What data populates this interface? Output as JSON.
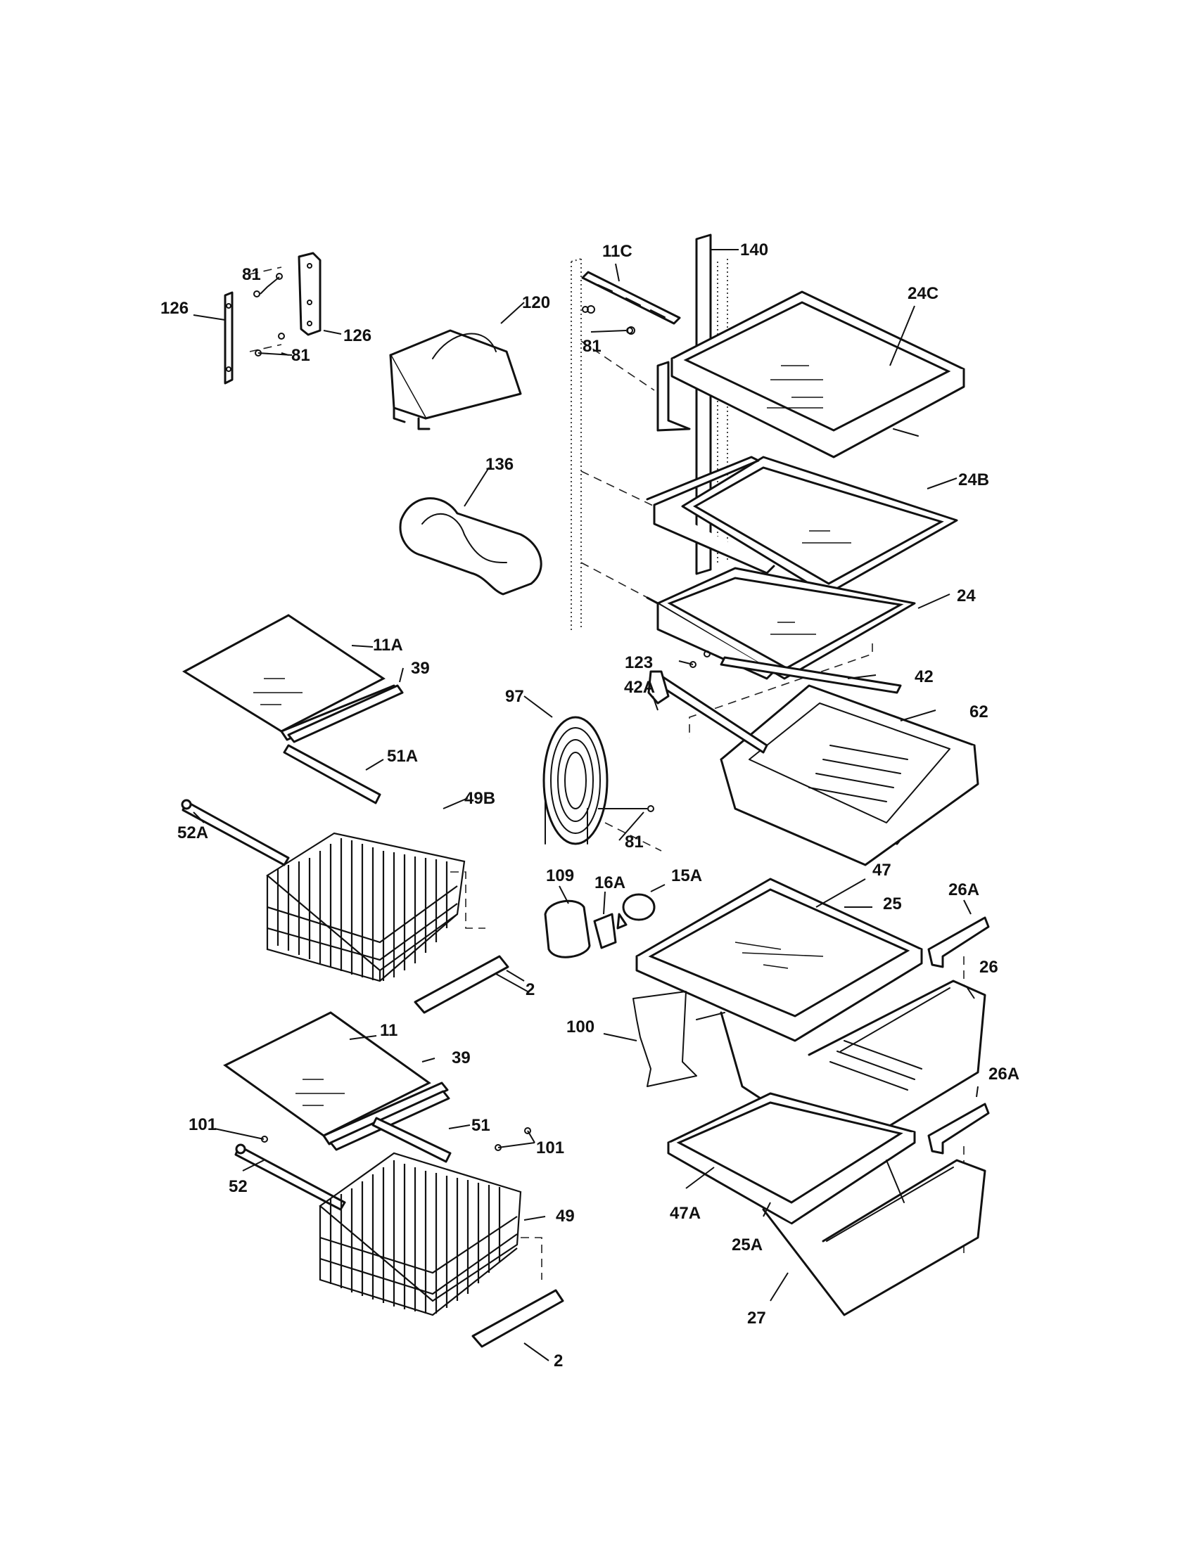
{
  "callouts": {
    "c140": "140",
    "c11C": "11C",
    "c24C": "24C",
    "c81a": "81",
    "c81b": "81",
    "c81c": "81",
    "c81d": "81",
    "c126a": "126",
    "c126b": "126",
    "c120": "120",
    "c136": "136",
    "c24B": "24B",
    "c24": "24",
    "c123": "123",
    "c42": "42",
    "c62": "62",
    "c42A": "42A",
    "c97": "97",
    "c11A": "11A",
    "c39a": "39",
    "c51A": "51A",
    "c49B": "49B",
    "c52A": "52A",
    "c2a": "2",
    "c109": "109",
    "c16A": "16A",
    "c15A": "15A",
    "c47": "47",
    "c25": "25",
    "c26A": "26A",
    "c26Ab": "26A",
    "c26": "26",
    "c100": "100",
    "c11": "11",
    "c39b": "39",
    "c101a": "101",
    "c101b": "101",
    "c51": "51",
    "c52": "52",
    "c49": "49",
    "c47A": "47A",
    "c25A": "25A",
    "c27": "27",
    "c2b": "2"
  }
}
